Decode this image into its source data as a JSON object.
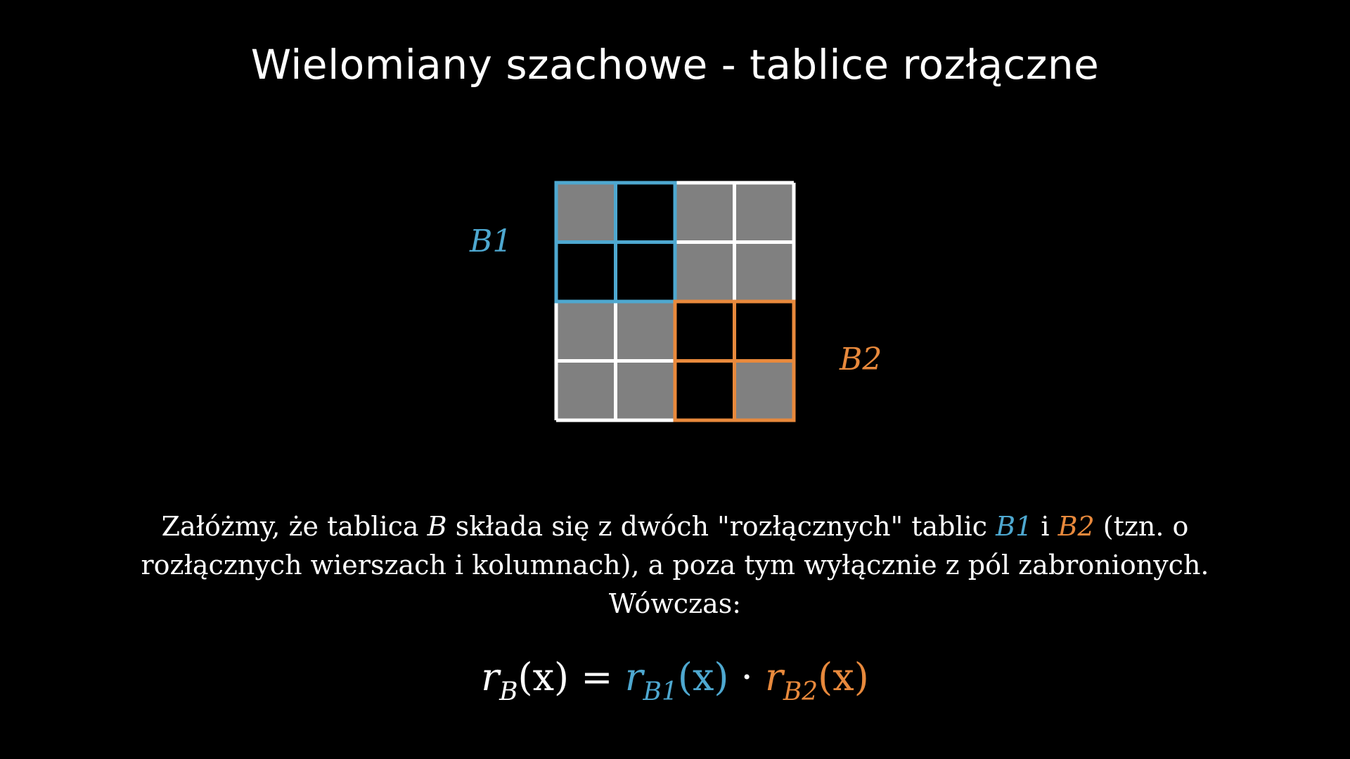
{
  "title": "Wielomiany szachowe - tablice rozłączne",
  "colors": {
    "background": "#000000",
    "forbidden_cell": "#808080",
    "grid_line": "#ffffff",
    "b1": "#4ea8d0",
    "b2": "#e8893c"
  },
  "board": {
    "rows": 4,
    "cols": 4,
    "forbidden": [
      [
        true,
        false,
        true,
        true
      ],
      [
        false,
        false,
        true,
        true
      ],
      [
        true,
        true,
        false,
        false
      ],
      [
        true,
        true,
        false,
        true
      ]
    ],
    "b1_label": "B1",
    "b2_label": "B2"
  },
  "description": {
    "part1": "Załóżmy, że tablica ",
    "var_b": "B",
    "part2": " składa się z dwóch \"rozłącznych\" tablic ",
    "b1": "B1",
    "and": " i ",
    "b2": "B2",
    "part3": " (tzn. o rozłącznych wierszach i kolumnach), a poza tym wyłącznie z pól zabronionych. Wówczas:"
  },
  "formula": {
    "lhs_r": "r",
    "lhs_sub": "B",
    "lhs_arg": "(x)",
    "equals": " = ",
    "t1_r": "r",
    "t1_sub": "B1",
    "t1_arg": "(x)",
    "dot": " · ",
    "t2_r": "r",
    "t2_sub": "B2",
    "t2_arg": "(x)"
  }
}
